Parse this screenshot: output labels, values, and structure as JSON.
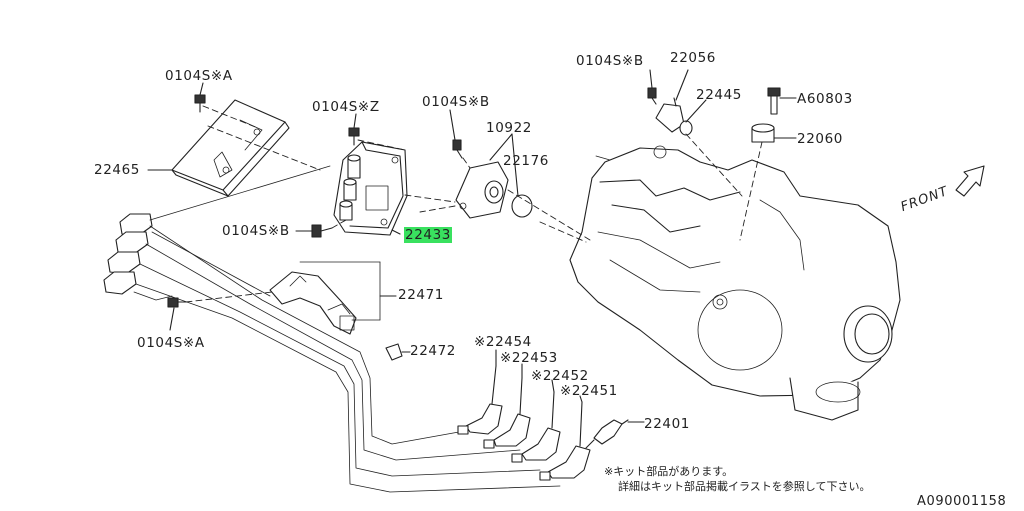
{
  "labels": {
    "bolt_a_top": "0104S※A",
    "bolt_z": "0104S※Z",
    "bolt_b_mid": "0104S※B",
    "bolt_b_left": "0104S※B",
    "bolt_a_bottom": "0104S※A",
    "bolt_b_right": "0104S※B",
    "p22465": "22465",
    "p22433": "22433",
    "p10922": "10922",
    "p22176": "22176",
    "p22056": "22056",
    "p22445": "22445",
    "pA60803": "A60803",
    "p22060": "22060",
    "p22471": "22471",
    "p22472": "22472",
    "p22454": "※22454",
    "p22453": "※22453",
    "p22452": "※22452",
    "p22451": "※22451",
    "p22401": "22401"
  },
  "front_label": "FRONT",
  "note": {
    "line1": "※キット部品があります。",
    "line2": "詳細はキット部品掲載イラストを参照して下さい。"
  },
  "diagram_id": "A090001158",
  "colors": {
    "highlight": "#39e15f",
    "ink": "#222222"
  }
}
